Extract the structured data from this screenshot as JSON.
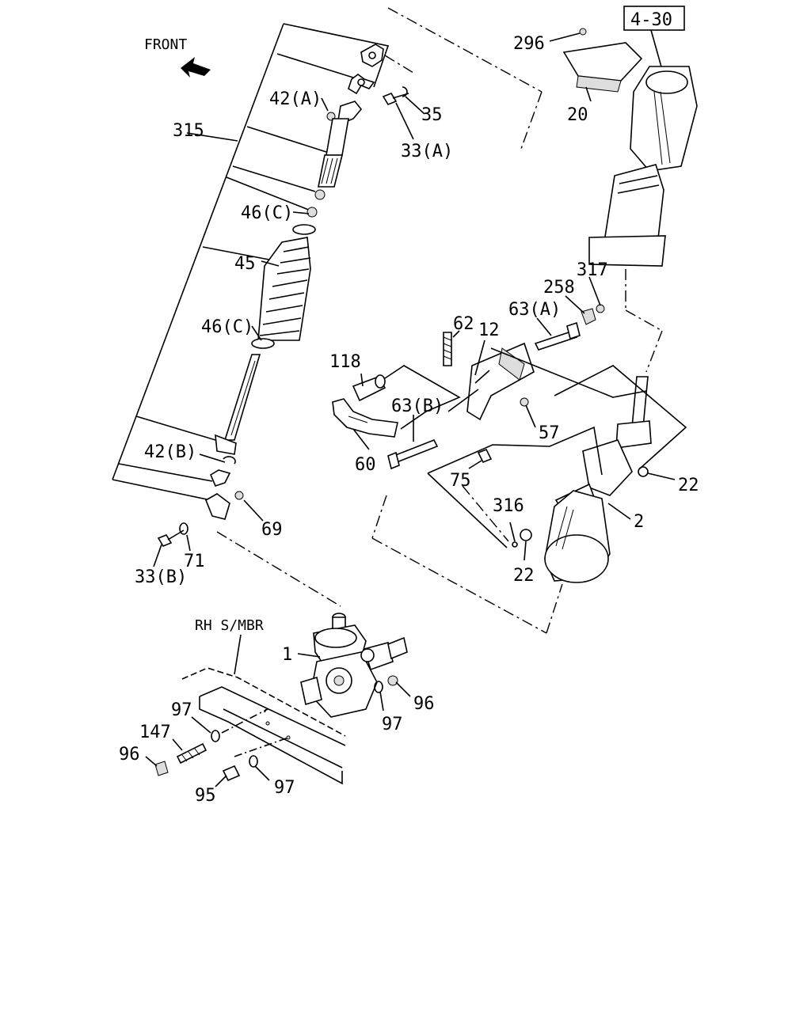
{
  "ref_box": "4-30",
  "front_label": "FRONT",
  "rh_label": "RH S/MBR",
  "callouts": {
    "c296": "296",
    "c20": "20",
    "c42a": "42(A)",
    "c35": "35",
    "c315": "315",
    "c33a": "33(A)",
    "c46c_top": "46(C)",
    "c45": "45",
    "c46c_bot": "46(C)",
    "c317": "317",
    "c258": "258",
    "c62": "62",
    "c63a": "63(A)",
    "c12": "12",
    "c118": "118",
    "c63b": "63(B)",
    "c57": "57",
    "c60": "60",
    "c42b": "42(B)",
    "c75": "75",
    "c22_right": "22",
    "c316": "316",
    "c2": "2",
    "c69": "69",
    "c22_bot": "22",
    "c71": "71",
    "c33b": "33(B)",
    "c1": "1",
    "c97_left": "97",
    "c96_right": "96",
    "c147": "147",
    "c97_right": "97",
    "c96_left": "96",
    "c97_bot": "97",
    "c95": "95"
  },
  "icons": {
    "front_arrow": "arrow-icon"
  }
}
